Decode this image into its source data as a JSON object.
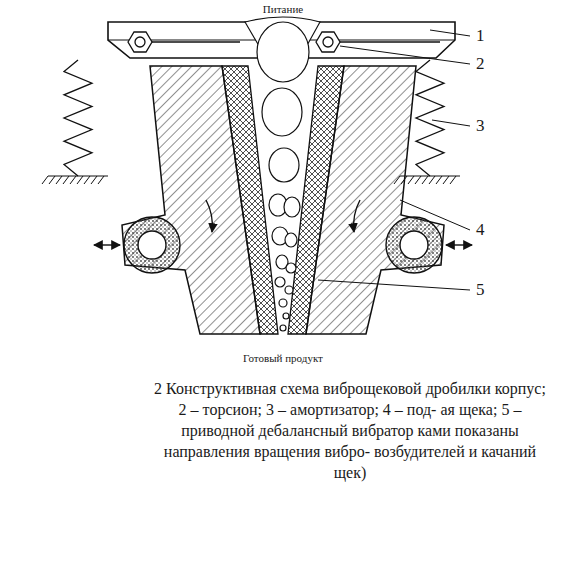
{
  "diagram": {
    "caption": "2 Конструктивная схема виброщековой дробилки корпус; 2 – торсион; 3 – амортизатор; 4 – под- ая щека; 5 – приводной дебалансный вибратор ками показаны направления вращения вибро- возбудителей и качаний щек)",
    "labels": [
      "Питание",
      "Готовый продукт",
      "1",
      "2",
      "3",
      "4",
      "5"
    ]
  }
}
